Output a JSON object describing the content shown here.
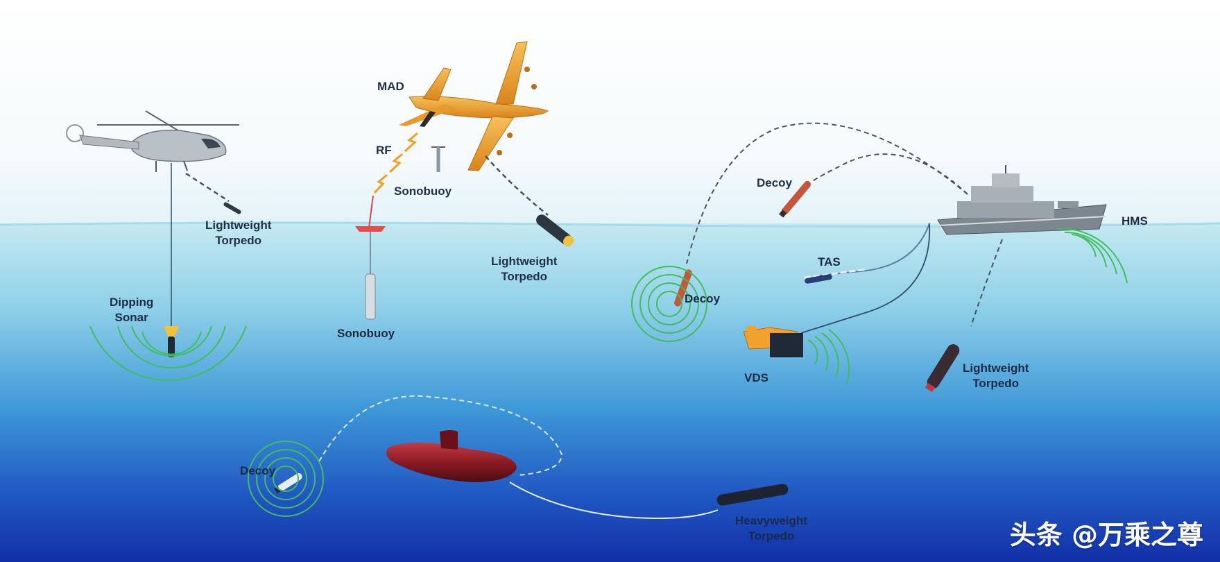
{
  "colors": {
    "sky_top": "#ffffff",
    "water_surface": "#b9e3ef",
    "water_mid": "#3f9fd9",
    "water_deep": "#1435b0",
    "sonar_rings": "#3fbf5a",
    "equipment_orange": "#f2a22a",
    "submarine_red": "#8a1a24",
    "ship_grey": "#8a949c"
  },
  "labels": {
    "mad": "MAD",
    "rf": "RF",
    "sonobuoy_air": "Sonobuoy",
    "sonobuoy_water": "Sonobuoy",
    "lw_torpedo_heli_1": "Lightweight",
    "lw_torpedo_heli_2": "Torpedo",
    "lw_torpedo_plane_1": "Lightweight",
    "lw_torpedo_plane_2": "Torpedo",
    "lw_torpedo_ship_1": "Lightweight",
    "lw_torpedo_ship_2": "Torpedo",
    "dipping_sonar_1": "Dipping",
    "dipping_sonar_2": "Sonar",
    "decoy_air": "Decoy",
    "decoy_water": "Decoy",
    "decoy_sub": "Decoy",
    "tas": "TAS",
    "vds": "VDS",
    "hms": "HMS",
    "heavyweight_1": "Heavyweight",
    "heavyweight_2": "Torpedo"
  },
  "icons": [
    "helicopter-icon",
    "maritime-patrol-aircraft-icon",
    "frigate-icon",
    "submarine-icon",
    "torpedo-icon",
    "sonobuoy-icon",
    "decoy-icon",
    "vds-towed-body-icon",
    "towed-array-icon"
  ],
  "watermark": "头条 @万乘之尊"
}
